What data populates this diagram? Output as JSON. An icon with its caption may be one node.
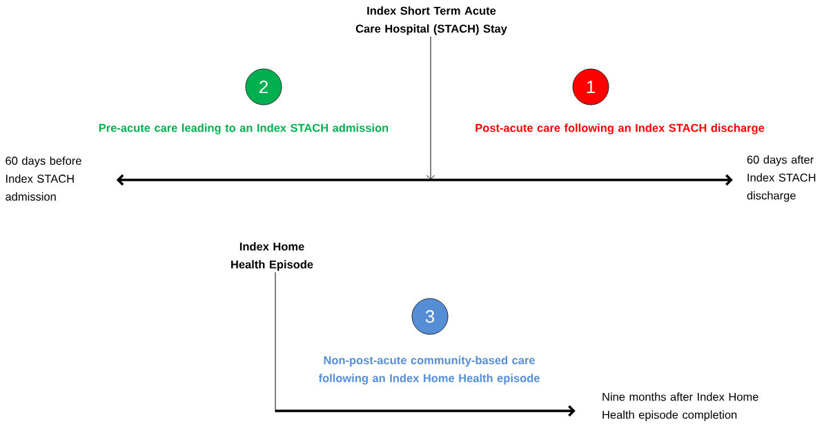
{
  "diagram": {
    "nodes": [
      {
        "text": [
          "Index Short Term Acute Care Hospital (STACH) Stay"
        ]
      },
      {
        "text": [
          "2"
        ]
      },
      {
        "text": [
          "1"
        ]
      },
      {
        "text": [
          "Pre-acute care leading to an Index STACH admission"
        ]
      },
      {
        "text": [
          "Post-acute care following an Index STACH discharge"
        ]
      },
      {
        "text": [
          "60 days before Index STACH admission"
        ]
      },
      {
        "text": [
          "60 days after Index STACH discharge"
        ]
      },
      {
        "text": [
          "Index Home Health Episode"
        ]
      },
      {
        "text": [
          "3"
        ]
      },
      {
        "text": [
          "Non-post-acute community-based care following an Index Home Health episode"
        ]
      },
      {
        "text": [
          "Nine months after Index Home Health episode completion"
        ]
      }
    ],
    "edges": [
      {
        "from": 5,
        "to": 6,
        "arrow": "both",
        "style": "thick"
      },
      {
        "from": 0,
        "to": null,
        "arrow": "to"
      },
      {
        "from": 7,
        "to": null,
        "arrow": "none"
      },
      {
        "from": null,
        "to": 10,
        "arrow": "to",
        "style": "thick"
      }
    ]
  }
}
